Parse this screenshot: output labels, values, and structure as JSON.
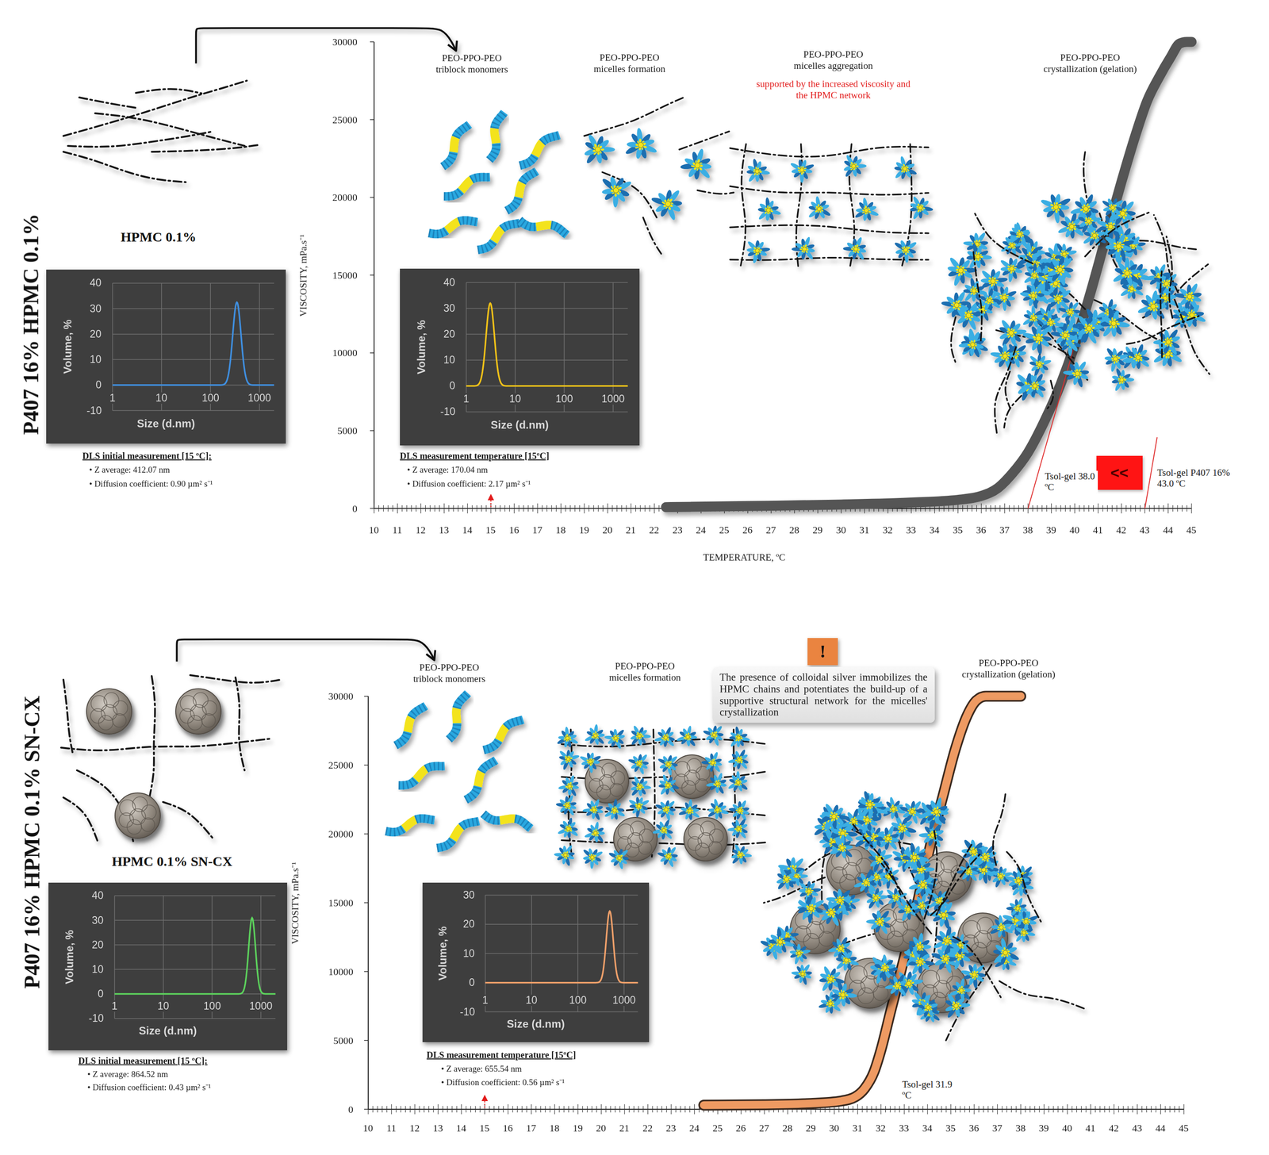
{
  "diagram": {
    "nodes": [
      {
        "text": [
          "HPMC 0.1%"
        ]
      },
      {
        "text": [
          "PEO-PPO-PEO triblock monomers"
        ]
      },
      {
        "text": [
          "40",
          "30",
          "20",
          "10",
          "0",
          "-10",
          "1",
          "10",
          "100",
          "1000",
          "Volume, %",
          "Size (d.nm)"
        ]
      },
      {
        "text": [
          "40",
          "30",
          "20",
          "10",
          "0",
          "-10",
          "1",
          "10",
          "100",
          "1000",
          "Volume, %",
          "Size (d.nm)"
        ]
      },
      {
        "text": [
          "<<"
        ]
      },
      {
        "text": [
          "HPMC 0.1% SN-CX"
        ]
      },
      {
        "text": [
          "PEO-PPO-PEO triblock monomers"
        ]
      },
      {
        "text": [
          "40",
          "30",
          "20",
          "10",
          "0",
          "-10",
          "1",
          "10",
          "100",
          "1000",
          "Volume, %",
          "Size (d.nm)"
        ]
      },
      {
        "text": [
          "!"
        ]
      },
      {
        "text": [
          "The presence of colloidal silver immobilizes the HPMC chains and potentiates the build-up of a supportive structural network for the micelles' crystallization"
        ]
      },
      {
        "text": [
          "30",
          "20",
          "10",
          "0",
          "-10",
          "1",
          "10",
          "100",
          "1000",
          "Volume, %",
          "Size (d.nm)"
        ]
      }
    ],
    "edges": [
      {
        "from": 0,
        "to": 1,
        "arrow": "to"
      },
      {
        "from": 5,
        "to": 6,
        "arrow": "to"
      }
    ],
    "labels": [
      "P407 16% HPMC 0.1%",
      "DLS initial measurement [15 ºC]:",
      "• Z average: 412.07 nm",
      "• Diffusion coefficient: 0.90 µm² s⁻¹",
      "30000",
      "25000",
      "20000",
      "15000",
      "10000",
      "5000",
      "0",
      "VISCOSITY, mPa.s⁻¹",
      "10",
      "11",
      "12",
      "13",
      "14",
      "15",
      "16",
      "17",
      "18",
      "19",
      "20",
      "21",
      "22",
      "23",
      "24",
      "25",
      "26",
      "27",
      "28",
      "29",
      "30",
      "31",
      "32",
      "33",
      "34",
      "35",
      "36",
      "37",
      "38",
      "39",
      "40",
      "41",
      "42",
      "43",
      "44",
      "45",
      "TEMPERATURE, ºC",
      "PEO-PPO-PEO micelles formation",
      "PEO-PPO-PEO micelles aggregation",
      "supported by the increased viscosity and the HPMC network",
      "PEO-PPO-PEO crystallization (gelation)",
      "DLS measurement temperature [15ºC]",
      "• Z average: 170.04 nm",
      "• Diffusion coefficient: 2.17 µm² s⁻¹",
      "Tsol-gel 38.0 ºC",
      "Tsol-gel P407 16% 43.0 ºC",
      "P407 16% HPMC 0.1% SN-CX",
      "DLS initial measurement [15 ºC]:",
      "• Z average: 864.52 nm",
      "• Diffusion coefficient: 0.43 µm² s⁻¹",
      "30000",
      "25000",
      "20000",
      "15000",
      "10000",
      "5000",
      "0",
      "VISCOSITY, mPa.s⁻¹",
      "10",
      "11",
      "12",
      "13",
      "14",
      "15",
      "16",
      "17",
      "18",
      "19",
      "20",
      "21",
      "22",
      "23",
      "24",
      "25",
      "26",
      "27",
      "28",
      "29",
      "30",
      "31",
      "32",
      "33",
      "34",
      "35",
      "36",
      "37",
      "38",
      "39",
      "40",
      "41",
      "42",
      "43",
      "44",
      "45",
      "PEO-PPO-PEO micelles formation",
      "PEO-PPO-PEO crystallization (gelation)",
      "DLS measurement temperature [15ºC]",
      "• Z average: 655.54 nm",
      "• Diffusion coefficient: 0.56 µm² s⁻¹",
      "Tsol-gel 31.9 ºC"
    ]
  }
}
